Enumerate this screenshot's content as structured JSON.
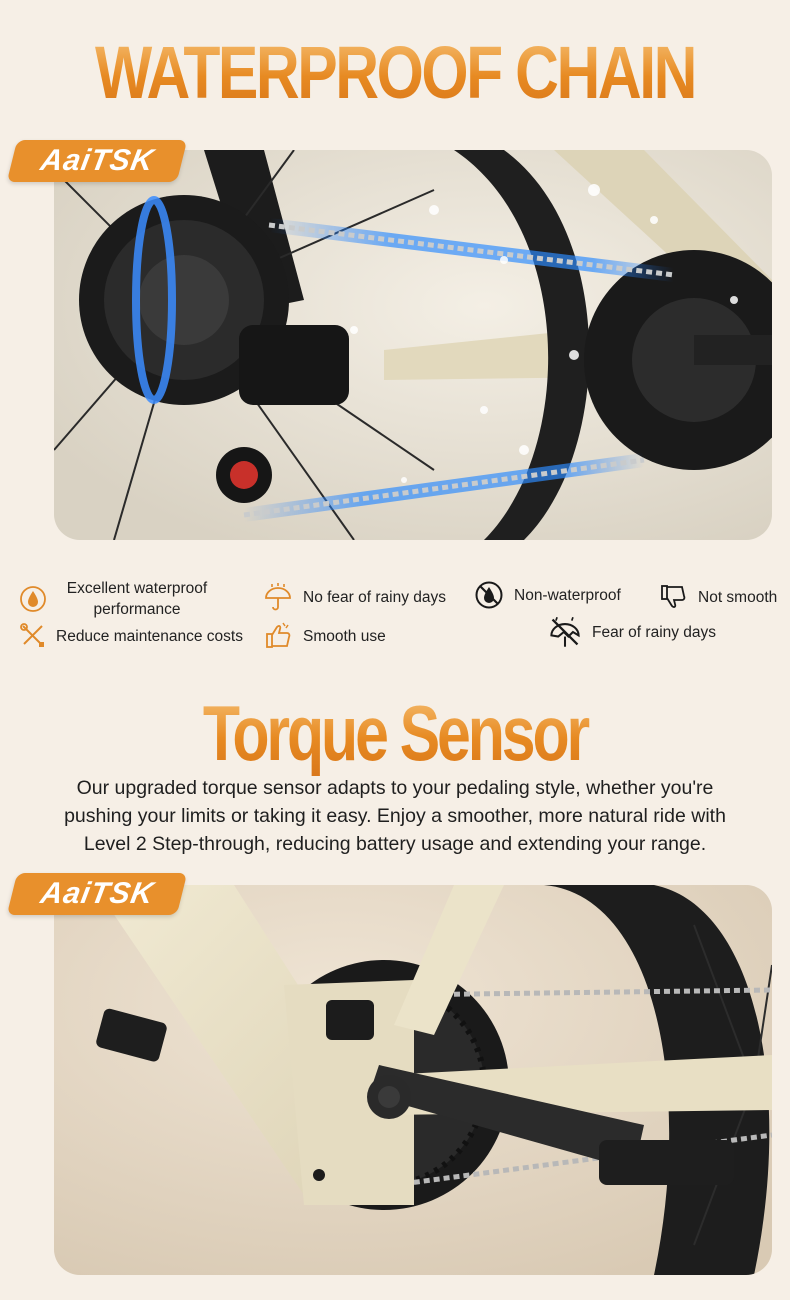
{
  "section1": {
    "title": "WATERPROOF CHAIN",
    "brand": "AaiTSK"
  },
  "features": {
    "positive": [
      {
        "icon": "water-drop-icon",
        "label": "Excellent waterproof performance"
      },
      {
        "icon": "umbrella-rain-icon",
        "label": "No fear of rainy days"
      },
      {
        "icon": "wrench-screwdriver-icon",
        "label": "Reduce maintenance costs"
      },
      {
        "icon": "thumbs-up-icon",
        "label": "Smooth use"
      }
    ],
    "negative": [
      {
        "icon": "no-water-icon",
        "label": "Non-waterproof"
      },
      {
        "icon": "thumbs-down-icon",
        "label": "Not smooth"
      },
      {
        "icon": "broken-umbrella-icon",
        "label": "Fear of rainy days"
      }
    ]
  },
  "section2": {
    "title": "Torque Sensor",
    "description": "Our upgraded torque sensor adapts to your pedaling style, whether you're pushing your limits or taking it easy. Enjoy a smoother, more natural ride with Level 2 Step-through, reducing battery usage and extending your range.",
    "brand": "AaiTSK"
  },
  "colors": {
    "accent": "#e8902c",
    "background": "#f6efe6",
    "frame": "#e8e1c8"
  }
}
